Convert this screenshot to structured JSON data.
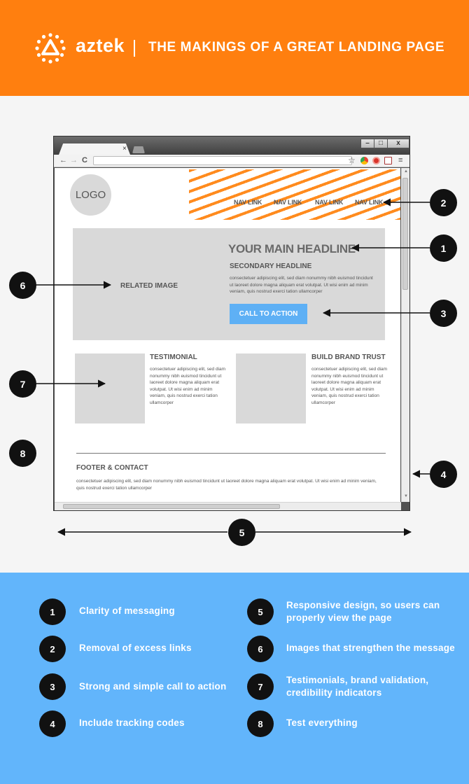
{
  "header": {
    "brand": "aztek",
    "title": "THE MAKINGS OF A GREAT LANDING PAGE",
    "background_color": "#ff7f0f",
    "logo_icon": "aztek-sun-logo-icon"
  },
  "browser": {
    "tab_close": "×",
    "win_minimize": "–",
    "win_maximize": "□",
    "win_close": "x",
    "back": "←",
    "forward": "→",
    "reload": "C",
    "menu": "≡"
  },
  "wireframe": {
    "logo": "LOGO",
    "nav_links": [
      "NAV LINK",
      "NAV LINK",
      "NAV LINK",
      "NAV LINK"
    ],
    "related_image": "RELATED IMAGE",
    "main_headline": "YOUR MAIN HEADLINE",
    "secondary_headline": "SECONDARY HEADLINE",
    "hero_body": "consectetuer adipiscing elit, sed diam nonummy nibh euismod tincidunt ut laoreet dolore magna aliquam erat volutpat. Ut wisi enim ad minim veniam, quis nostrud exerci tation ullamcorper",
    "cta": "CALL TO ACTION",
    "cta_color": "#5eb0f5",
    "accent_color": "#ff8b1e",
    "cards": [
      {
        "title": "TESTIMONIAL",
        "body": "consectetuer adipiscing elit, sed diam nonummy nibh euismod tincidunt ut laoreet dolore magna aliquam erat volutpat. Ut wisi enim ad minim veniam, quis nostrud exerci tation ullamcorper"
      },
      {
        "title": "BUILD BRAND TRUST",
        "body": "consectetuer adipiscing elit, sed diam nonummy nibh euismod tincidunt ut laoreet dolore magna aliquam erat volutpat. Ut wisi enim ad minim veniam, quis nostrud exerci tation ullamcorper"
      }
    ],
    "footer_title": "FOOTER & CONTACT",
    "footer_body": "consectetuer adipiscing elit, sed diam nonummy nibh euismod tincidunt ut laoreet dolore magna aliquam erat volutpat. Ut wisi enim ad minim veniam, quis nostrud exerci tation ullamcorper"
  },
  "markers": [
    "1",
    "2",
    "3",
    "4",
    "5",
    "6",
    "7",
    "8"
  ],
  "legend": {
    "background_color": "#62b5fb",
    "items": [
      {
        "num": "1",
        "text": "Clarity of messaging"
      },
      {
        "num": "2",
        "text": "Removal of excess links"
      },
      {
        "num": "3",
        "text": "Strong and simple call to action"
      },
      {
        "num": "4",
        "text": "Include tracking codes"
      },
      {
        "num": "5",
        "text": "Responsive design, so users can properly view the page"
      },
      {
        "num": "6",
        "text": "Images that strengthen the message"
      },
      {
        "num": "7",
        "text": "Testimonials, brand validation, credibility indicators"
      },
      {
        "num": "8",
        "text": "Test everything"
      }
    ]
  }
}
